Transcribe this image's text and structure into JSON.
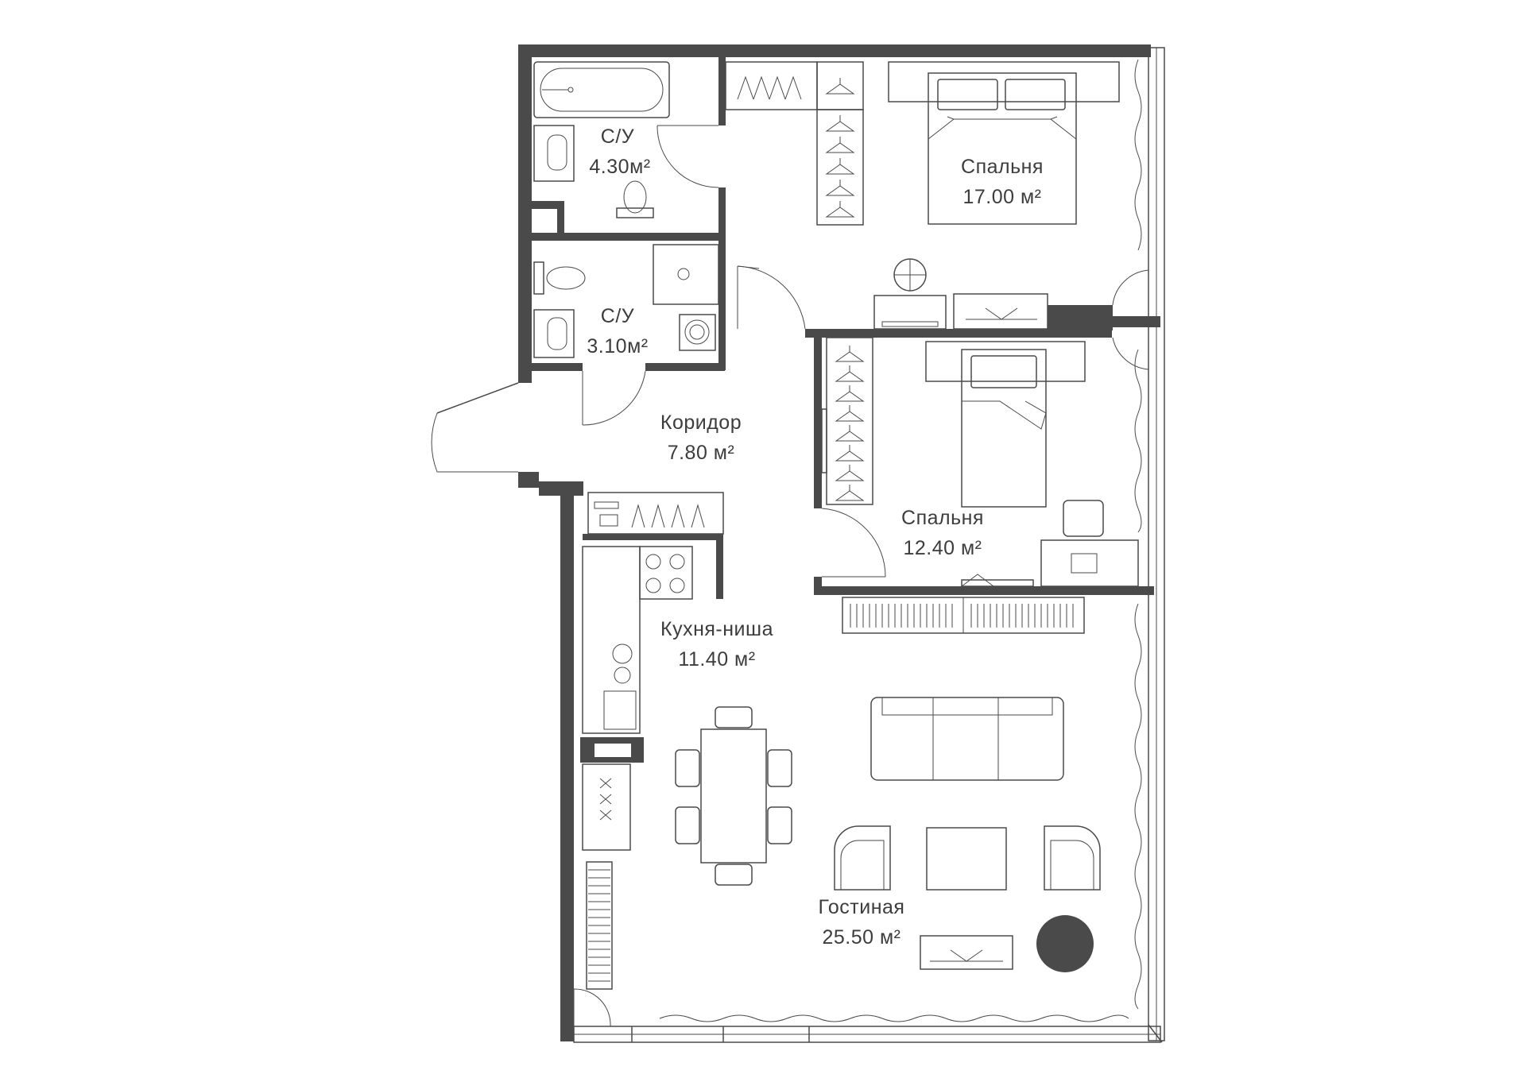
{
  "rooms": [
    {
      "id": "bath-1",
      "name": "С/У",
      "area": "4.30м²"
    },
    {
      "id": "bath-2",
      "name": "С/У",
      "area": "3.10м²"
    },
    {
      "id": "bedroom-1",
      "name": "Спальня",
      "area": "17.00 м²"
    },
    {
      "id": "corridor",
      "name": "Коридор",
      "area": "7.80 м²"
    },
    {
      "id": "bedroom-2",
      "name": "Спальня",
      "area": "12.40 м²"
    },
    {
      "id": "kitchen",
      "name": "Кухня-ниша",
      "area": "11.40 м²"
    },
    {
      "id": "living",
      "name": "Гостиная",
      "area": "25.50 м²"
    }
  ],
  "colors": {
    "wall": "#4a4a4b",
    "line": "#4a4a4b",
    "background": "#ffffff"
  }
}
